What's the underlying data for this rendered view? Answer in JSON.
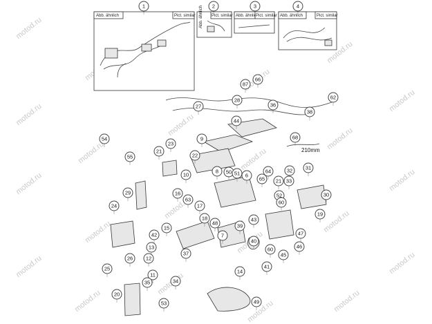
{
  "watermark": "motod.ru",
  "panel_labels": {
    "abb": "Abb. ähnlich",
    "pict": "Pict. similar"
  },
  "dimension_label": "210mm",
  "callouts": [
    "1",
    "2",
    "3",
    "4",
    "87",
    "66",
    "62",
    "27",
    "28",
    "36",
    "38",
    "44",
    "54",
    "9",
    "68",
    "23",
    "21",
    "55",
    "22",
    "10",
    "8",
    "50",
    "51",
    "32",
    "31",
    "33",
    "30",
    "6",
    "64",
    "65",
    "21",
    "29",
    "16",
    "63",
    "17",
    "52",
    "60",
    "19",
    "24",
    "18",
    "48",
    "7",
    "43",
    "39",
    "15",
    "42",
    "47",
    "13",
    "40",
    "60",
    "45",
    "26",
    "12",
    "37",
    "46",
    "41",
    "25",
    "11",
    "34",
    "14",
    "20",
    "35",
    "53",
    "49"
  ],
  "colors": {
    "line": "#333333",
    "part_fill": "#e7e7e7",
    "callout_border": "#444444",
    "watermark": "#c9c9c9"
  }
}
